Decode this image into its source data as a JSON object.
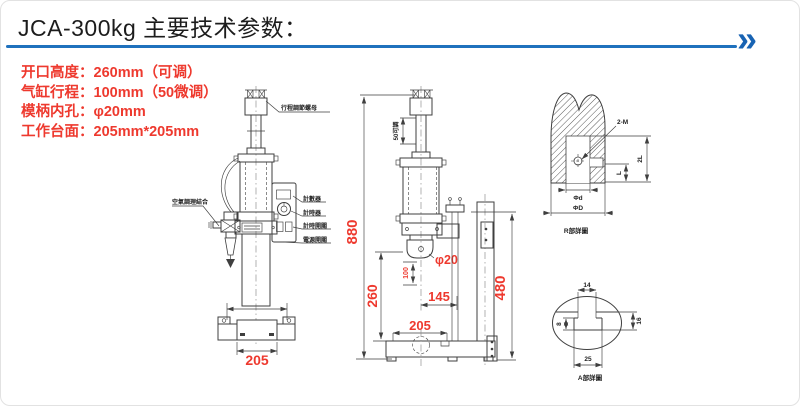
{
  "page": {
    "bg": "#ffffff",
    "border_color": "#e2e2e2"
  },
  "header": {
    "title": "JCA-300kg 主要技术参数：",
    "rule_color": "#1f71bd",
    "chevron": "»",
    "chevron_color": "#1863b3"
  },
  "specs": {
    "color": "#ee392e",
    "lines": [
      "开口高度：260mm（可调）",
      "气缸行程：100mm（50微调）",
      "模柄内孔：φ20mm",
      "工作台面：205mm*205mm"
    ]
  },
  "front_view": {
    "label_stroke_nut": "行程調節螺母",
    "label_air_unit": "空氣調理結合",
    "label_counter": "計數器",
    "label_timer": "計時器",
    "label_timer_switch": "計時開關",
    "label_power_switch": "電源開關",
    "dim_base_width": "205"
  },
  "side_view": {
    "dim_overall_height": "880",
    "dim_fine_adjust": "50可調",
    "dim_stroke": "100",
    "dim_opening": "260",
    "dim_hole": "φ20",
    "dim_throat": "145",
    "dim_table_depth": "205",
    "dim_column_height": "480"
  },
  "r_detail": {
    "caption": "R部詳圖",
    "label_tap": "2-M",
    "dim_bore_depth": "2L",
    "dim_thread_depth": "L",
    "dim_inner_dia": "Φd",
    "dim_outer_dia": "ΦD"
  },
  "a_detail": {
    "caption": "A部詳圖",
    "dim_slot_top_width": "14",
    "dim_slot_bottom_height": "8",
    "dim_slot_depth": "16",
    "dim_slot_bottom_width": "25"
  }
}
